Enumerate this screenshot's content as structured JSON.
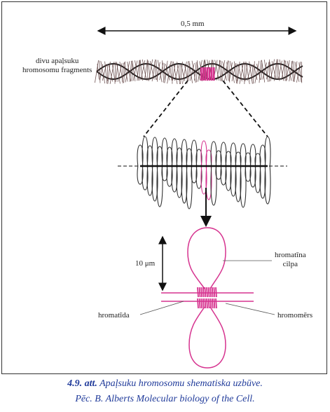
{
  "figure": {
    "scale_top": "0,5 mm",
    "scale_mid": "10 μm",
    "label_fragments_line1": "divu apaļsuku",
    "label_fragments_line2": "hromosomu fragments",
    "label_loop_line1": "hromatīna",
    "label_loop_line2": "cilpa",
    "label_chromatid": "hromatīda",
    "label_chromomere": "hromomērs"
  },
  "caption": {
    "number": "4.9. att.",
    "title": " Apaļsuku hromosomu shematiska uzbūve.",
    "source": "Pēc. B. Alberts Molecular biology of the Cell."
  },
  "colors": {
    "magenta": "#d6338f",
    "ink": "#1a1a1a",
    "caption": "#1f3a9a"
  }
}
